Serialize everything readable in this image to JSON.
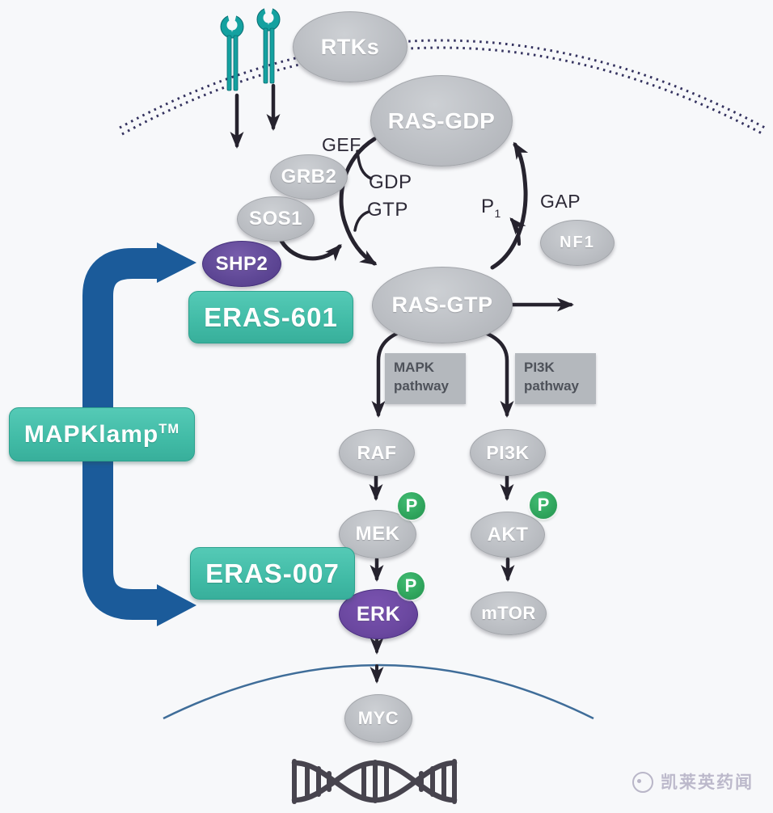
{
  "nodes": {
    "rtks": {
      "label": "RTKs"
    },
    "ras_gdp": {
      "label": "RAS-GDP"
    },
    "grb2": {
      "label": "GRB2"
    },
    "sos1": {
      "label": "SOS1"
    },
    "shp2": {
      "label": "SHP2"
    },
    "nf1": {
      "label": "NF1"
    },
    "ras_gtp": {
      "label": "RAS-GTP"
    },
    "raf": {
      "label": "RAF"
    },
    "mek": {
      "label": "MEK"
    },
    "erk": {
      "label": "ERK"
    },
    "myc": {
      "label": "MYC"
    },
    "pi3k": {
      "label": "PI3K"
    },
    "akt": {
      "label": "AKT"
    },
    "mtor": {
      "label": "mTOR"
    }
  },
  "labels": {
    "gef": "GEF",
    "gdp": "GDP",
    "gtp": "GTP",
    "gap": "GAP",
    "p1_base": "P",
    "p1_sub": "1"
  },
  "drugs": {
    "eras601": "ERAS-601",
    "eras007": "ERAS-007",
    "mapklamp": "MAPKlamp",
    "mapklamp_tm": "TM"
  },
  "pathway_boxes": {
    "mapk_line1": "MAPK",
    "mapk_line2": "pathway",
    "pi3k_line1": "PI3K",
    "pi3k_line2": "pathway"
  },
  "phospho": {
    "label": "P"
  },
  "watermark": {
    "text": "凯莱英药闻"
  },
  "colors": {
    "teal_box": "#45BFAB",
    "bracket_blue": "#1B5B9A",
    "node_gray": "#BCBFC4",
    "shp2_purple": "#5E4795",
    "erk_purple": "#6B48A0",
    "phospho_green": "#2FA45C",
    "receptor_teal": "#14A1A0",
    "membrane_navy": "#34325F",
    "arrow_black": "#26232E",
    "nuclear_membrane_blue": "#3F6D99",
    "dna_gray": "#47444E"
  }
}
